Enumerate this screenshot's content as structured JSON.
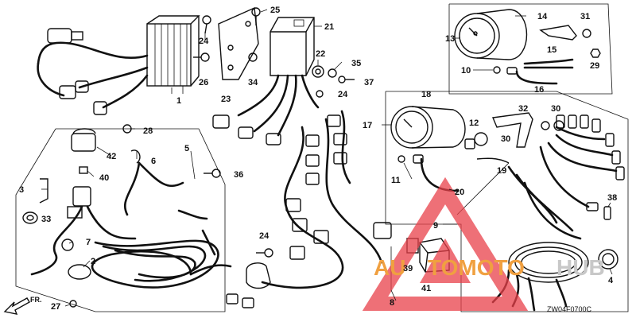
{
  "diagram_code": "ZW04F0700C",
  "direction_label": "FR.",
  "watermark": {
    "auto": "AU",
    "moto": "TOMOTO",
    "hub": "HUB",
    "color_main": "#f0a040",
    "color_hub": "#c8c8c8",
    "triangle": "#e8404a"
  },
  "part_labels": {
    "p1": "1",
    "p2": "2",
    "p3": "3",
    "p4": "4",
    "p5": "5",
    "p6": "6",
    "p7": "7",
    "p8": "8",
    "p9": "9",
    "p10": "10",
    "p11": "11",
    "p12": "12",
    "p13": "13",
    "p14": "14",
    "p15": "15",
    "p16": "16",
    "p17": "17",
    "p18": "18",
    "p19": "19",
    "p20": "20",
    "p21": "21",
    "p22": "22",
    "p23": "23",
    "p24a": "24",
    "p24b": "24",
    "p24c": "24",
    "p25": "25",
    "p26": "26",
    "p27": "27",
    "p28": "28",
    "p29": "29",
    "p30a": "30",
    "p30b": "30",
    "p31": "31",
    "p32": "32",
    "p33": "33",
    "p34": "34",
    "p35": "35",
    "p36": "36",
    "p37": "37",
    "p38": "38",
    "p39": "39",
    "p40": "40",
    "p41": "41",
    "p42": "42"
  }
}
